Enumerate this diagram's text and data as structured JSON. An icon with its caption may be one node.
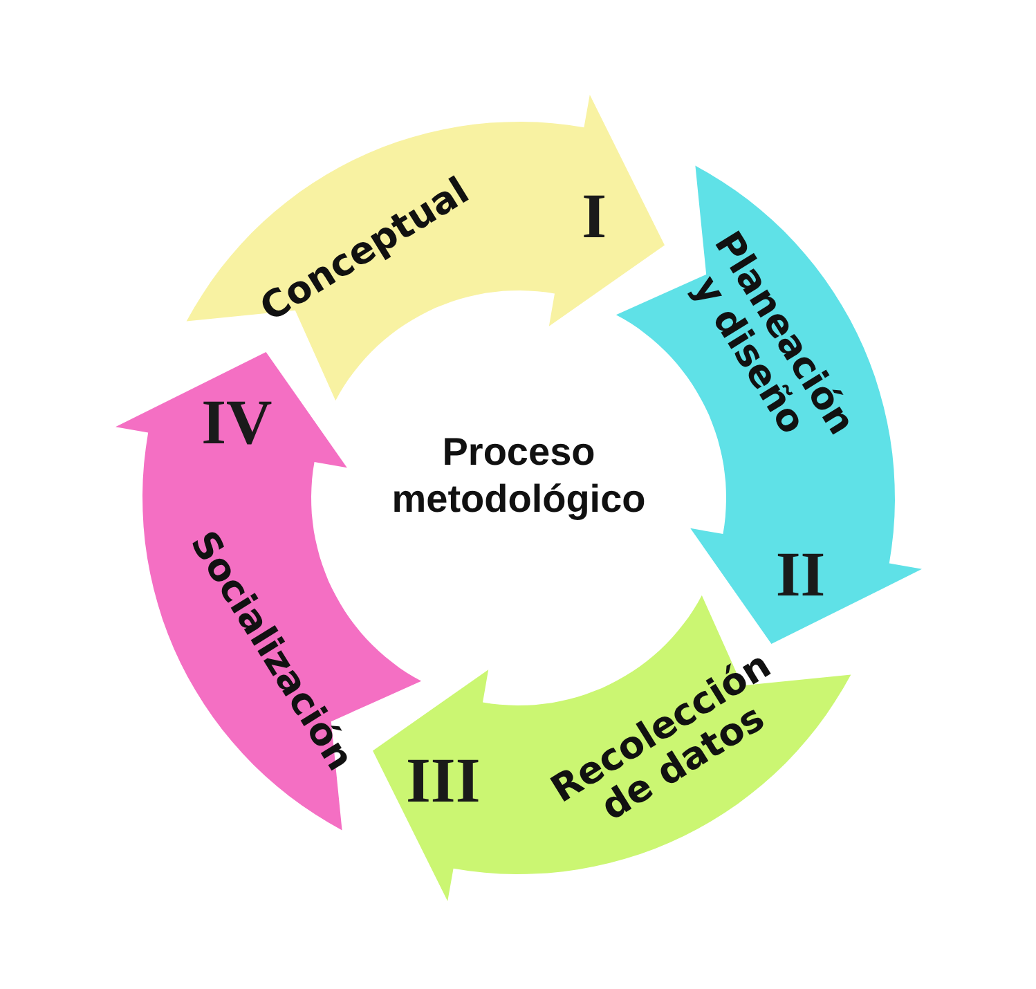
{
  "diagram": {
    "nodes": [
      {
        "text": [
          "Conceptual",
          "I"
        ]
      },
      {
        "text": [
          "Planeación y diseño",
          "II"
        ]
      },
      {
        "text": [
          "Recolección de datos",
          "III"
        ]
      },
      {
        "text": [
          "Socialización",
          "IV"
        ]
      }
    ],
    "labels": [
      "Proceso metodológico"
    ]
  }
}
